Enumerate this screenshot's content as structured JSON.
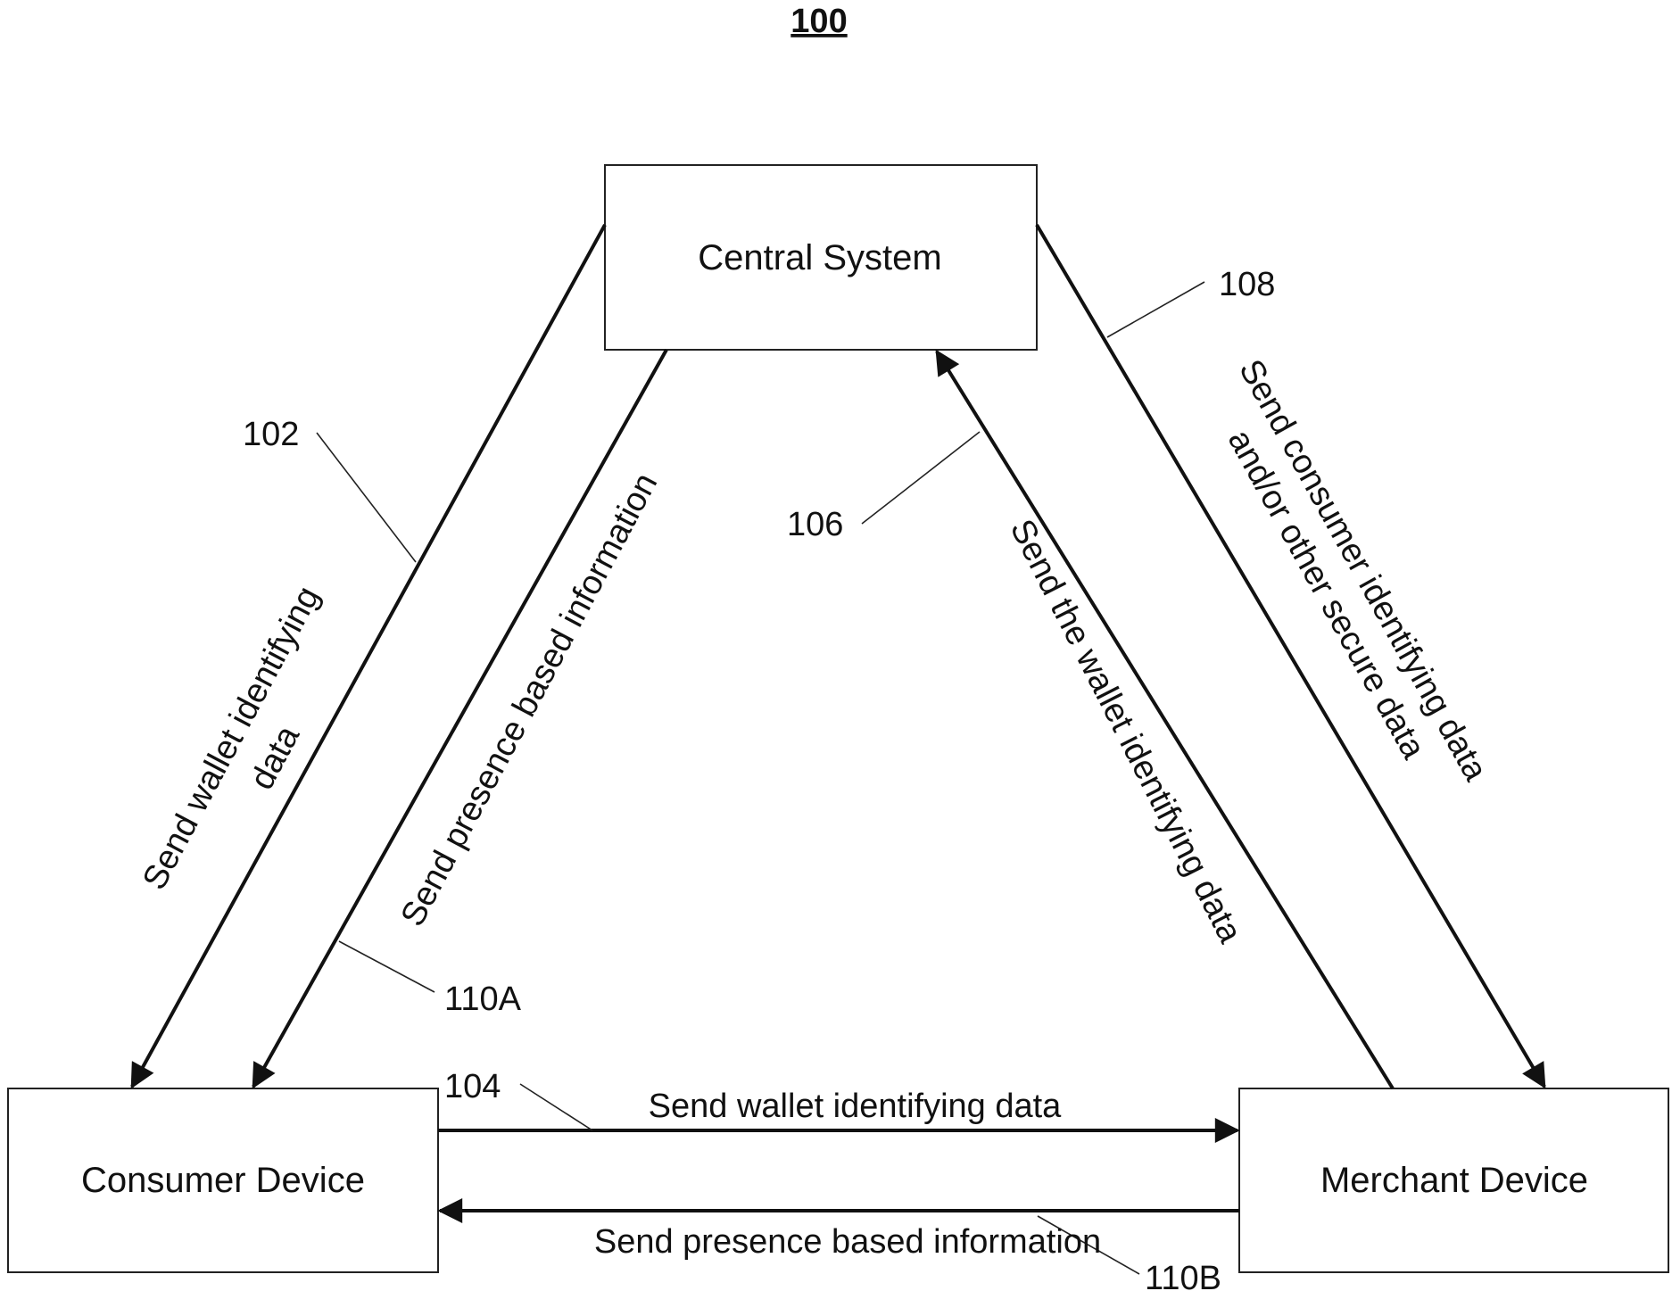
{
  "figure_number": "100",
  "nodes": {
    "central": {
      "label": "Central System"
    },
    "consumer": {
      "label": "Consumer Device"
    },
    "merchant": {
      "label": "Merchant Device"
    }
  },
  "edges": [
    {
      "id": "102",
      "ref": "102",
      "from": "central",
      "to": "consumer",
      "lines": [
        "Send wallet identifying",
        "data"
      ]
    },
    {
      "id": "110A",
      "ref": "110A",
      "from": "central",
      "to": "consumer",
      "lines": [
        "Send presence based information"
      ]
    },
    {
      "id": "106",
      "ref": "106",
      "from": "merchant",
      "to": "central",
      "lines": [
        "Send the wallet identifying data"
      ]
    },
    {
      "id": "108",
      "ref": "108",
      "from": "central",
      "to": "merchant",
      "lines": [
        "Send consumer identifying data",
        "and/or other secure data"
      ]
    },
    {
      "id": "104",
      "ref": "104",
      "from": "consumer",
      "to": "merchant",
      "lines": [
        "Send wallet identifying data"
      ]
    },
    {
      "id": "110B",
      "ref": "110B",
      "from": "merchant",
      "to": "consumer",
      "lines": [
        "Send presence based information"
      ]
    }
  ]
}
